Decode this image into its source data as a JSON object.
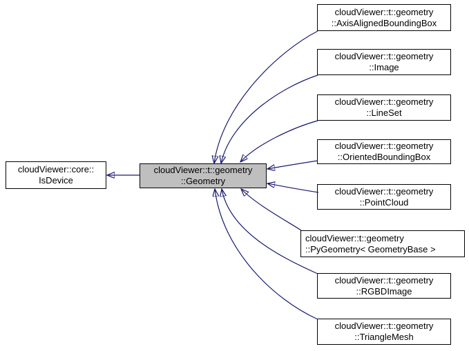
{
  "diagram": {
    "type": "class-inheritance-graph",
    "background_color": "#ffffff",
    "edge_color": "#191970",
    "node_border_color": "#000000",
    "node_fill": "#ffffff",
    "current_node_fill": "#bfbfbf",
    "nodes": {
      "base": {
        "line1": "cloudViewer::core::",
        "line2": "IsDevice"
      },
      "current": {
        "line1": "cloudViewer::t::geometry",
        "line2": "::Geometry"
      },
      "derived": [
        {
          "line1": "cloudViewer::t::geometry",
          "line2": "::AxisAlignedBoundingBox"
        },
        {
          "line1": "cloudViewer::t::geometry",
          "line2": "::Image"
        },
        {
          "line1": "cloudViewer::t::geometry",
          "line2": "::LineSet"
        },
        {
          "line1": "cloudViewer::t::geometry",
          "line2": "::OrientedBoundingBox"
        },
        {
          "line1": "cloudViewer::t::geometry",
          "line2": "::PointCloud"
        },
        {
          "line1": "cloudViewer::t::geometry",
          "line2": "::PyGeometry< GeometryBase >"
        },
        {
          "line1": "cloudViewer::t::geometry",
          "line2": "::RGBDImage"
        },
        {
          "line1": "cloudViewer::t::geometry",
          "line2": "::TriangleMesh"
        }
      ]
    }
  }
}
